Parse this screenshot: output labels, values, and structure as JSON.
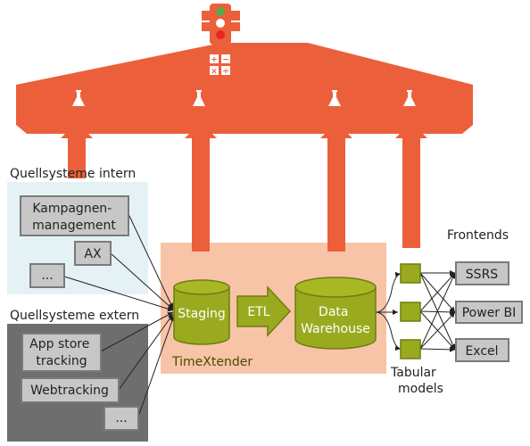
{
  "sections": {
    "intern": "Quellsysteme intern",
    "extern": "Quellsysteme extern",
    "frontends": "Frontends",
    "timextender": "TimeXtender",
    "tabular_line1": "Tabular",
    "tabular_line2": "models"
  },
  "intern_sources": [
    {
      "line1": "Kampagnen-",
      "line2": "management"
    },
    {
      "line1": "AX"
    },
    {
      "line1": "..."
    }
  ],
  "extern_sources": [
    {
      "line1": "App store",
      "line2": "tracking"
    },
    {
      "line1": "Webtracking"
    },
    {
      "line1": "..."
    }
  ],
  "staging": "Staging",
  "etl": "ETL",
  "warehouse": {
    "line1": "Data",
    "line2": "Warehouse"
  },
  "frontends": [
    "SSRS",
    "Power BI",
    "Excel"
  ],
  "math_symbols": [
    "+",
    "−",
    "×",
    "÷"
  ],
  "colors": {
    "roof": "#ec5f3b",
    "timextender_bg": "#f8c4a8",
    "intern_bg": "#e5f2f5",
    "extern_bg": "#6e6e6e",
    "olive": "#9aaa1f",
    "olive_dark": "#6f7d10",
    "gray_box": "#c7c7c7",
    "traffic_green": "#5ba84a",
    "traffic_red": "#e8261c"
  }
}
